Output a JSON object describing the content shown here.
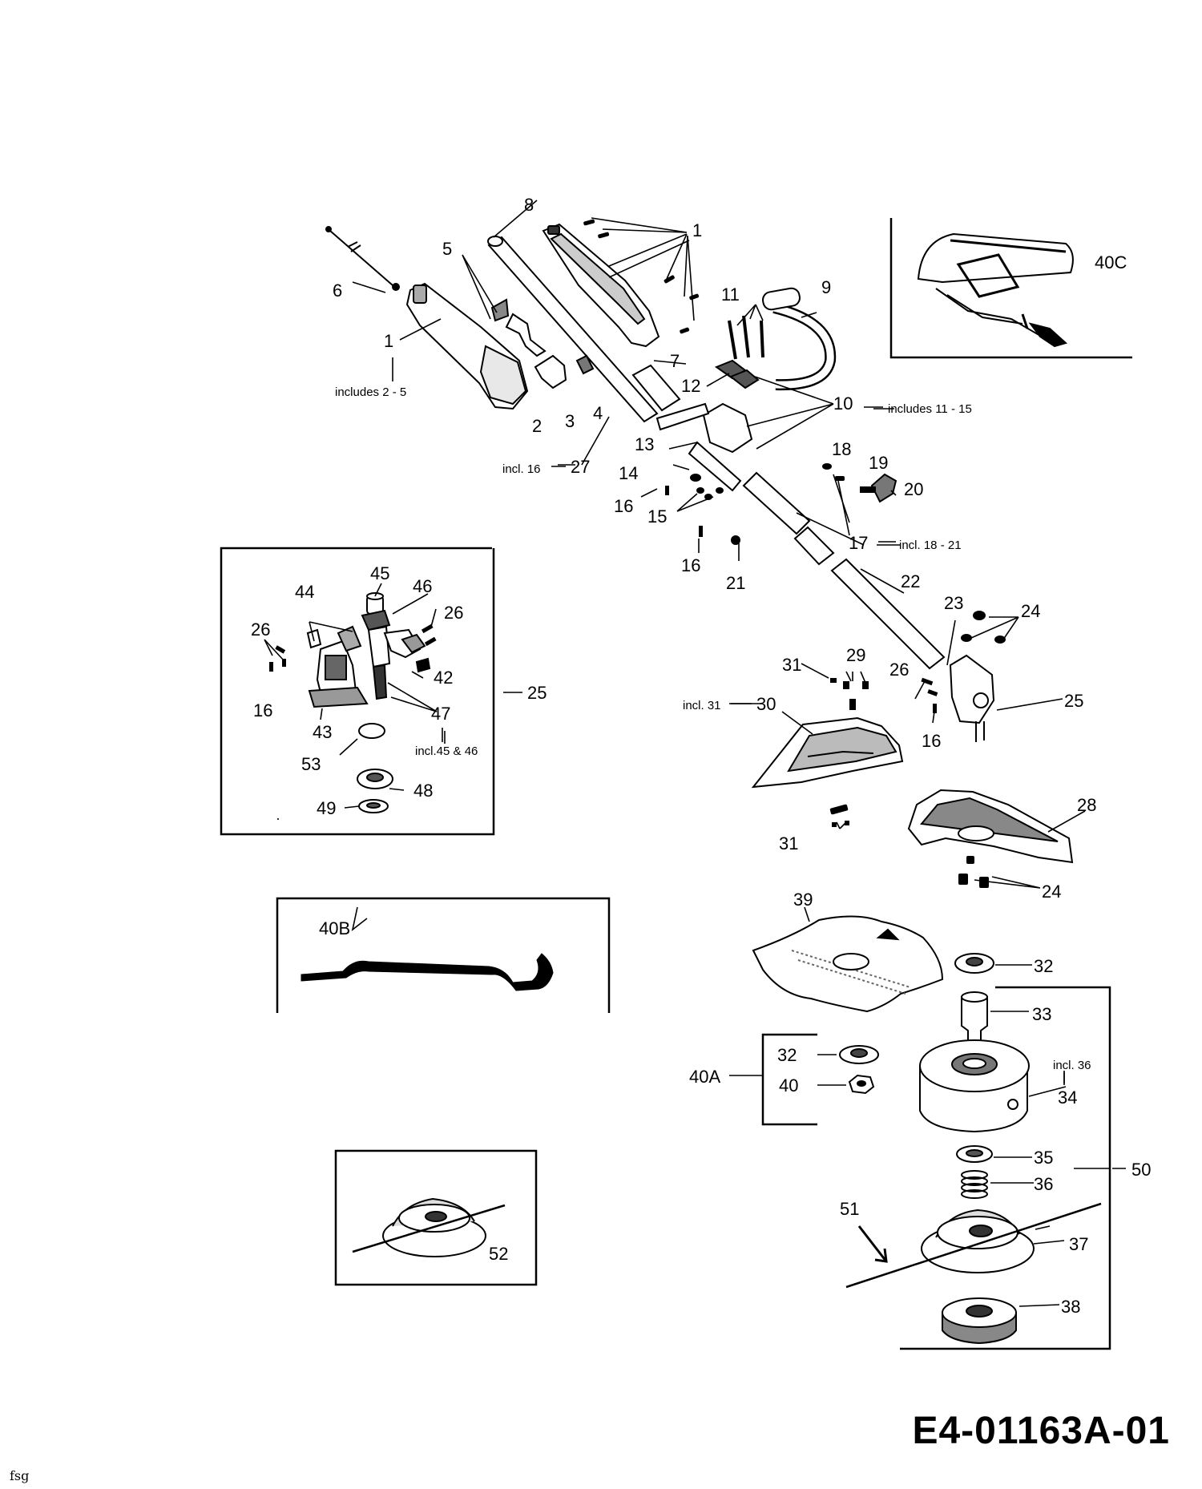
{
  "drawing_id": "E4-01163A-01",
  "footer_mark": "fsg",
  "callouts": {
    "c1a": "1",
    "c1b": "1",
    "c2": "2",
    "c3": "3",
    "c4": "4",
    "c5": "5",
    "c6": "6",
    "c7": "7",
    "c8": "8",
    "c9": "9",
    "c10": "10",
    "c11": "11",
    "c12": "12",
    "c13": "13",
    "c14": "14",
    "c15": "15",
    "c16a": "16",
    "c16b": "16",
    "c16c": "16",
    "c16d": "16",
    "c17": "17",
    "c18": "18",
    "c19": "19",
    "c20": "20",
    "c21": "21",
    "c22": "22",
    "c23": "23",
    "c24a": "24",
    "c24b": "24",
    "c25a": "25",
    "c25b": "25",
    "c26a": "26",
    "c26b": "26",
    "c26c": "26",
    "c27": "27",
    "c28": "28",
    "c29": "29",
    "c30": "30",
    "c31a": "31",
    "c31b": "31",
    "c32a": "32",
    "c32b": "32",
    "c33": "33",
    "c34": "34",
    "c35": "35",
    "c36": "36",
    "c37": "37",
    "c38": "38",
    "c39": "39",
    "c40": "40",
    "c40A": "40A",
    "c40B": "40B",
    "c40C": "40C",
    "c42": "42",
    "c43": "43",
    "c44": "44",
    "c45": "45",
    "c46": "46",
    "c47": "47",
    "c48": "48",
    "c49": "49",
    "c50": "50",
    "c51": "51",
    "c52": "52",
    "c53": "53"
  },
  "notes": {
    "includes_2_5": "includes 2 - 5",
    "includes_11_15": "includes 11 - 15",
    "incl_16": "incl. 16",
    "incl_18_21": "incl. 18 - 21",
    "incl_31": "incl. 31",
    "incl_45_46": "incl.45 & 46",
    "incl_36": "incl. 36"
  }
}
